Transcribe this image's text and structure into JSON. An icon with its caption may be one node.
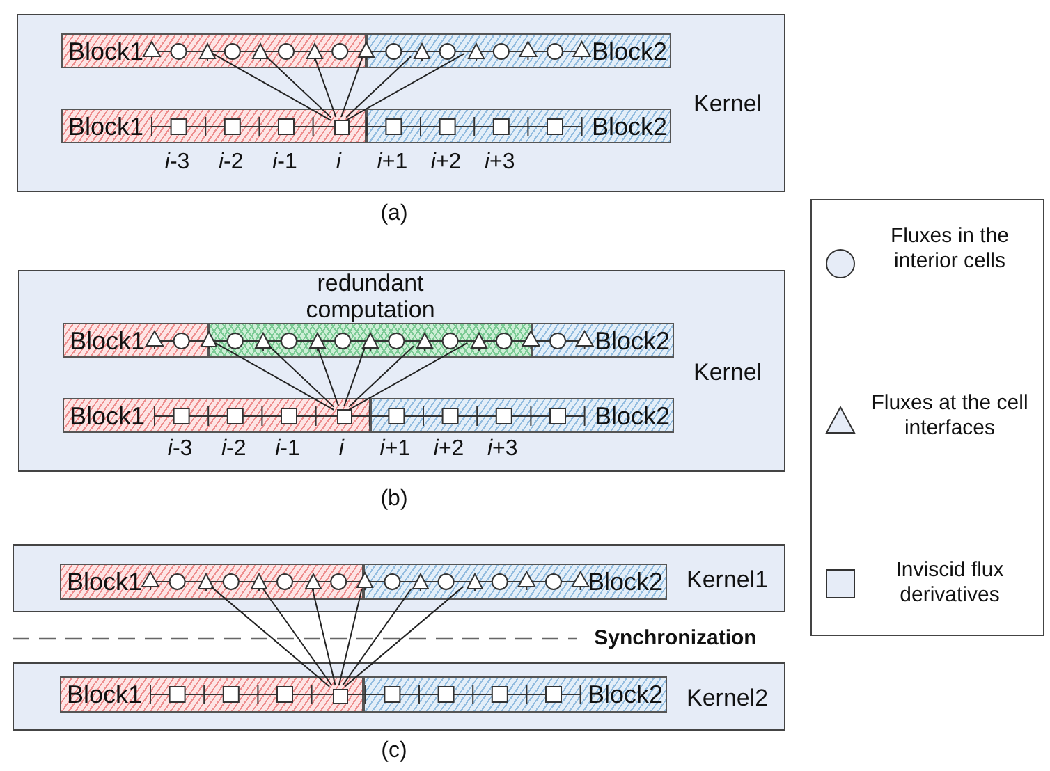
{
  "diagram": {
    "nodes": [
      {
        "text": [
          "Kernel"
        ]
      },
      {
        "text": [
          "Block1"
        ],
        "in": 0
      },
      {
        "text": [
          "Block2"
        ],
        "in": 0
      },
      {
        "text": [],
        "shape": "triangle",
        "in": 1
      },
      {
        "text": [],
        "shape": "triangle",
        "in": 1
      },
      {
        "text": [],
        "shape": "triangle",
        "in": 1
      },
      {
        "text": [],
        "shape": "triangle",
        "in": 0
      },
      {
        "text": [],
        "shape": "triangle",
        "in": 2
      },
      {
        "text": [],
        "shape": "triangle",
        "in": 2
      },
      {
        "text": [
          "Block1"
        ],
        "in": 0
      },
      {
        "text": [
          "Block2"
        ],
        "in": 0
      },
      {
        "text": [],
        "shape": "box",
        "in": 9
      },
      {
        "text": [
          "Kernel"
        ]
      },
      {
        "text": [
          "Block1"
        ],
        "in": 12
      },
      {
        "text": [
          "redundant computation"
        ],
        "in": 12
      },
      {
        "text": [
          "Block2"
        ],
        "in": 12
      },
      {
        "text": [],
        "shape": "triangle",
        "in": 12
      },
      {
        "text": [],
        "shape": "triangle",
        "in": 14
      },
      {
        "text": [],
        "shape": "triangle",
        "in": 14
      },
      {
        "text": [],
        "shape": "triangle",
        "in": 14
      },
      {
        "text": [],
        "shape": "triangle",
        "in": 14
      },
      {
        "text": [],
        "shape": "triangle",
        "in": 14
      },
      {
        "text": [
          "Block1"
        ],
        "in": 12
      },
      {
        "text": [
          "Block2"
        ],
        "in": 12
      },
      {
        "text": [],
        "shape": "box",
        "in": 22
      },
      {
        "text": [
          "Kernel1"
        ]
      },
      {
        "text": [
          "Block1"
        ],
        "in": 25
      },
      {
        "text": [
          "Block2"
        ],
        "in": 25
      },
      {
        "text": [],
        "shape": "triangle",
        "in": 26
      },
      {
        "text": [],
        "shape": "triangle",
        "in": 26
      },
      {
        "text": [],
        "shape": "triangle",
        "in": 26
      },
      {
        "text": [],
        "shape": "triangle",
        "in": 25
      },
      {
        "text": [],
        "shape": "triangle",
        "in": 27
      },
      {
        "text": [],
        "shape": "triangle",
        "in": 27
      },
      {
        "text": [
          "Kernel2"
        ]
      },
      {
        "text": [
          "Block1"
        ],
        "in": 34
      },
      {
        "text": [
          "Block2"
        ],
        "in": 34
      },
      {
        "text": [],
        "shape": "box",
        "in": 35
      }
    ],
    "edges": [
      {
        "from": 3,
        "to": 11,
        "arrow": "none"
      },
      {
        "from": 4,
        "to": 11,
        "arrow": "none"
      },
      {
        "from": 5,
        "to": 11,
        "arrow": "none"
      },
      {
        "from": 6,
        "to": 11,
        "arrow": "none"
      },
      {
        "from": 7,
        "to": 11,
        "arrow": "none"
      },
      {
        "from": 8,
        "to": 11,
        "arrow": "none"
      },
      {
        "from": 16,
        "to": 24,
        "arrow": "none"
      },
      {
        "from": 17,
        "to": 24,
        "arrow": "none"
      },
      {
        "from": 18,
        "to": 24,
        "arrow": "none"
      },
      {
        "from": 19,
        "to": 24,
        "arrow": "none"
      },
      {
        "from": 20,
        "to": 24,
        "arrow": "none"
      },
      {
        "from": 21,
        "to": 24,
        "arrow": "none"
      },
      {
        "from": 28,
        "to": 37,
        "arrow": "none"
      },
      {
        "from": 29,
        "to": 37,
        "arrow": "none"
      },
      {
        "from": 30,
        "to": 37,
        "arrow": "none"
      },
      {
        "from": 31,
        "to": 37,
        "arrow": "none"
      },
      {
        "from": 32,
        "to": 37,
        "arrow": "none"
      },
      {
        "from": 33,
        "to": 37,
        "arrow": "none"
      }
    ],
    "labels": [
      "*i*-3",
      "*i*-2",
      "*i*-1",
      "i",
      "*i*+1",
      "*i*+2",
      "*i*+3",
      "(a)",
      "*i*-3",
      "*i*-2",
      "*i*-1",
      "i",
      "*i*+1",
      "*i*+2",
      "*i*+3",
      "(b)",
      "Synchronization",
      "(c)"
    ],
    "legend": [
      {
        "text": "Fluxes in the interior cells"
      },
      {
        "text": "Fluxes at the cell interfaces"
      },
      {
        "text": "Inviscid flux derivatives"
      }
    ]
  }
}
